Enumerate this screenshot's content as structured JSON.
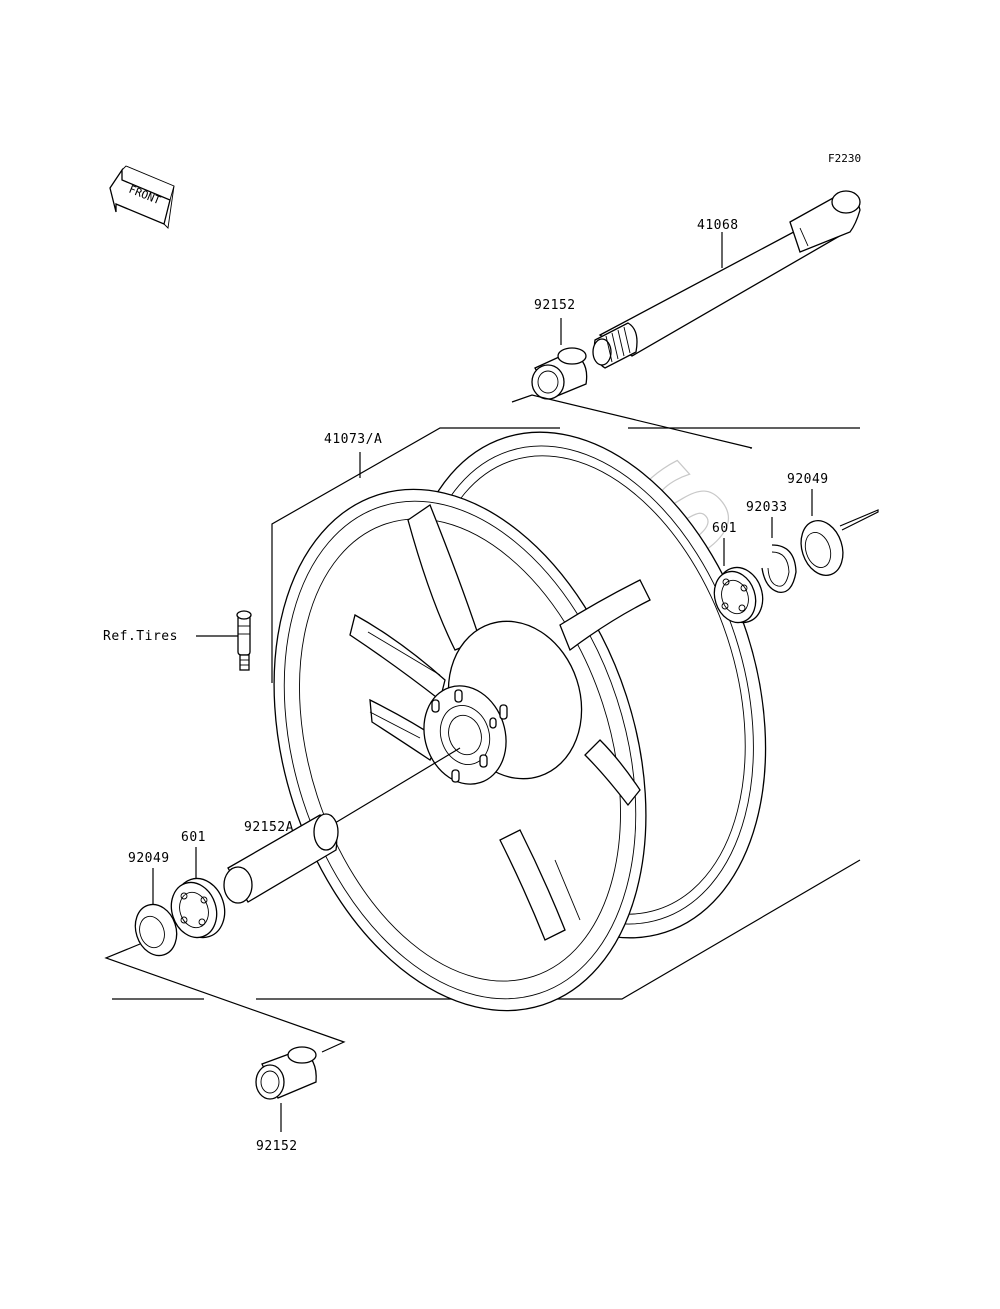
{
  "figure_code": "F2230",
  "front_arrow_label": "FRONT",
  "watermark": "XPARTS",
  "parts": {
    "axle": "41068",
    "collar_top": "92152",
    "wheel": "41073/A",
    "seal_right": "92049",
    "circlip": "92033",
    "bearing_right": "601",
    "valve_ref": "Ref.Tires",
    "collar_inner": "92152A",
    "bearing_left": "601",
    "seal_left": "92049",
    "collar_bottom": "92152"
  }
}
